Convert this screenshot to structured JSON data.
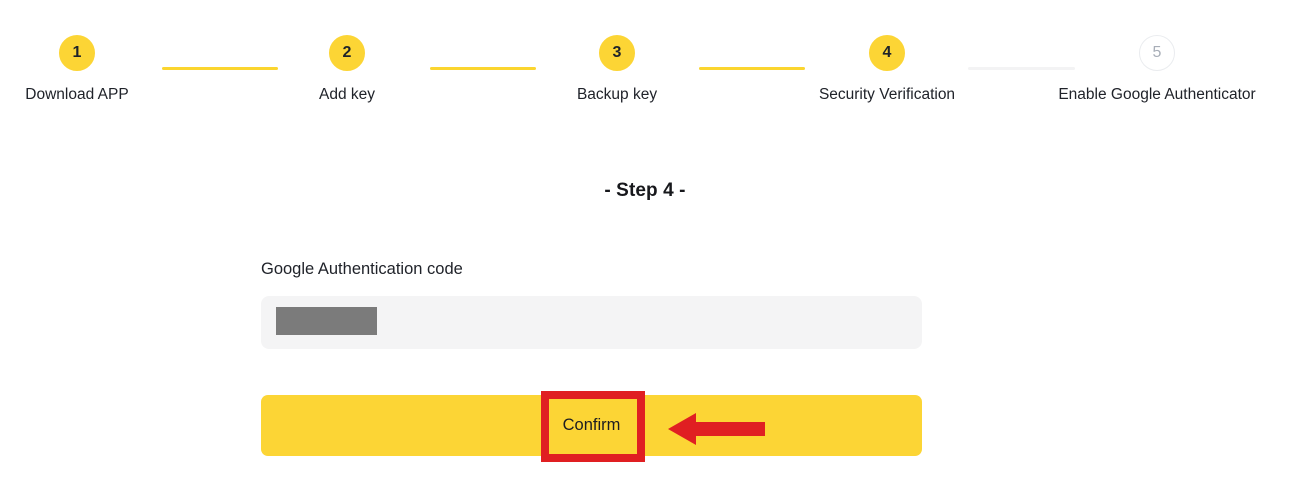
{
  "stepper": {
    "steps": [
      {
        "number": "1",
        "label": "Download APP",
        "state": "active"
      },
      {
        "number": "2",
        "label": "Add key",
        "state": "active"
      },
      {
        "number": "3",
        "label": "Backup key",
        "state": "active"
      },
      {
        "number": "4",
        "label": "Security Verification",
        "state": "active"
      },
      {
        "number": "5",
        "label": "Enable Google Authenticator",
        "state": "inactive"
      }
    ],
    "connectors": [
      "done",
      "done",
      "done",
      "todo"
    ]
  },
  "heading": {
    "text": "- Step 4 -"
  },
  "form": {
    "code_label": "Google Authentication code",
    "code_value": "",
    "code_placeholder": ""
  },
  "actions": {
    "confirm_label": "Confirm"
  },
  "annotations": {
    "highlight_target": "Confirm",
    "arrow_direction": "left",
    "arrow_color": "#e01f22",
    "box_color": "#e01f22"
  },
  "colors": {
    "brand_yellow": "#fcd535",
    "connector_done": "#fbd52f",
    "connector_todo": "#f3f3f4",
    "input_background": "#f4f4f5",
    "redaction": "#7b7b7b",
    "text_primary": "#1e2329",
    "text_muted": "#a8aeb8"
  }
}
